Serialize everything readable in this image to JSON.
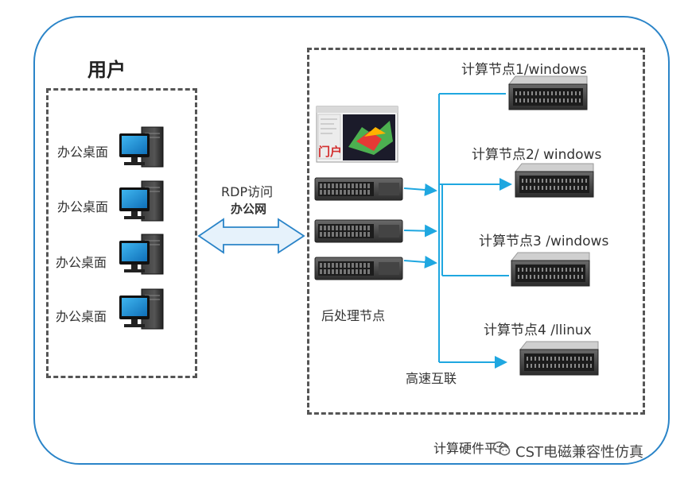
{
  "users": {
    "title": "用户",
    "desktops": [
      "办公桌面",
      "办公桌面",
      "办公桌面",
      "办公桌面"
    ]
  },
  "link": {
    "protocol": "RDP访问",
    "network": "办公网"
  },
  "postprocess": {
    "label": "后处理节点",
    "app_logo_text": "门户"
  },
  "compute_nodes": [
    "计算节点1/windows",
    "计算节点2/ windows",
    "计算节点3 /windows",
    "计算节点4 /llinux"
  ],
  "interconnect": "高速互联",
  "platform_label": "计算硬件平台",
  "watermark": "CST电磁兼容性仿真",
  "colors": {
    "accent": "#2a84c8",
    "line": "#1fa7e0",
    "arrow_fill": "#e6f2fb"
  }
}
